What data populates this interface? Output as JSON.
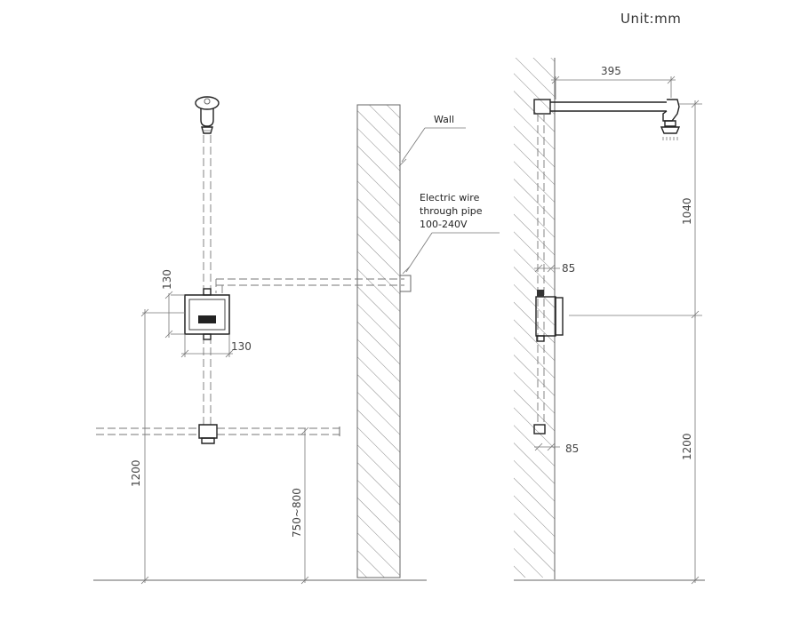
{
  "unit_label": "Unit:mm",
  "labels": {
    "wall": "Wall",
    "wire_line1": "Electric wire",
    "wire_line2": "through pipe",
    "wire_line3": "100-240V"
  },
  "dimensions": {
    "front_box_height": "130",
    "front_box_width": "130",
    "front_height_total": "1200",
    "front_height_range": "750~800",
    "side_arm": "395",
    "side_upper": "1040",
    "side_lower": "1200",
    "side_offset_top": "85",
    "side_offset_bottom": "85"
  },
  "colors": {
    "line": "#666666",
    "hatch": "#888888",
    "text": "#333333"
  }
}
